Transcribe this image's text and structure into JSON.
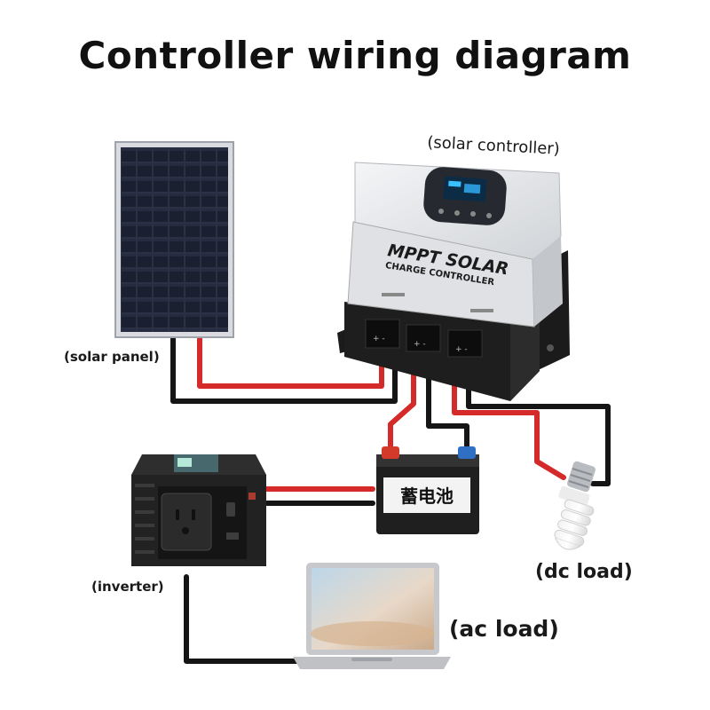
{
  "diagram": {
    "title": "Controller wiring diagram"
  },
  "labels": {
    "controller": "(solar controller)",
    "solar_panel": "(solar panel)",
    "inverter": "(inverter)",
    "dc_load": "(dc load)",
    "ac_load": "(ac load)"
  },
  "controller_device": {
    "brand_line1": "MPPT SOLAR",
    "brand_line2": "CHARGE CONTROLLER"
  },
  "battery": {
    "label": "蓄电池"
  },
  "colors": {
    "positive_wire": "#d42a2a",
    "negative_wire": "#151515",
    "panel_cell": "#1c2232",
    "controller_body": "#e9eaec",
    "controller_base": "#1e1e1e",
    "inverter_body": "#222222",
    "battery_body": "#1f1f1f",
    "battery_plus_terminal": "#d43a2a",
    "battery_minus_terminal": "#2f6fc4"
  }
}
